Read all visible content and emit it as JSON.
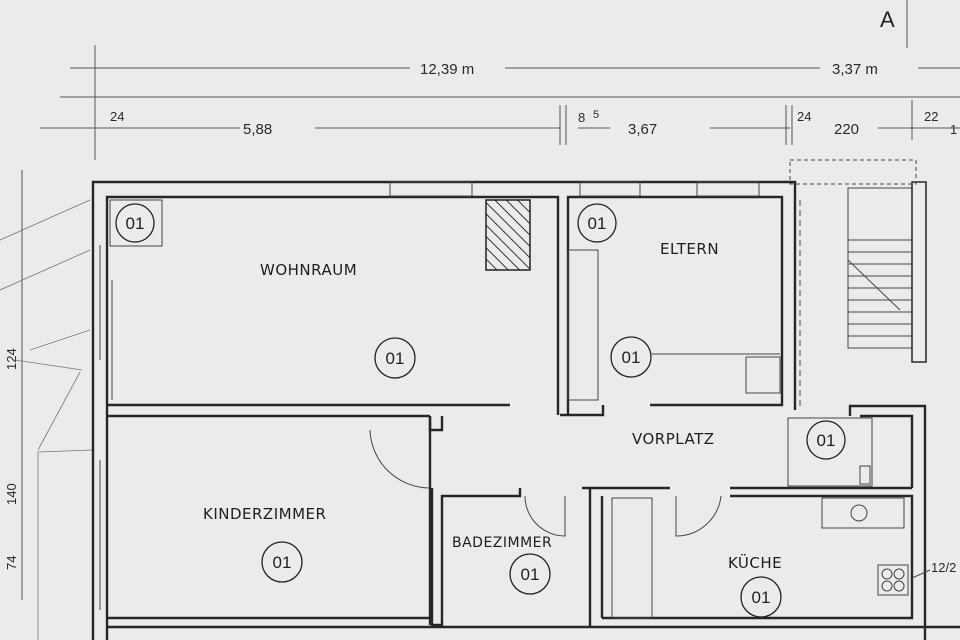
{
  "section_label": "A",
  "dimensions": {
    "top_total": "12,39 m",
    "top_right": "3,37 m",
    "seg_wall_left": "24",
    "seg_wohnraum": "5,88",
    "seg_wall_mid_a": "8",
    "seg_wall_mid_b": "5",
    "seg_eltern": "3,67",
    "seg_wall_right": "24",
    "seg_stair": "220",
    "seg_wall_far": "22",
    "seg_cut": "1",
    "left_upper": "124",
    "left_lower": "140",
    "left_bottom": "74",
    "kitchen_tag": "12/2"
  },
  "rooms": {
    "wohnraum": {
      "label": "WOHNRAUM",
      "marker": "01",
      "corner_marker": "01"
    },
    "eltern": {
      "label": "ELTERN",
      "marker": "01",
      "corner_marker": "01"
    },
    "vorplatz": {
      "label": "VORPLATZ",
      "marker": "01"
    },
    "kinderzimmer": {
      "label": "KINDERZIMMER",
      "marker": "01"
    },
    "badezimmer": {
      "label": "BADEZIMMER",
      "marker": "01"
    },
    "kueche": {
      "label": "KÜCHE",
      "marker": "01"
    }
  }
}
